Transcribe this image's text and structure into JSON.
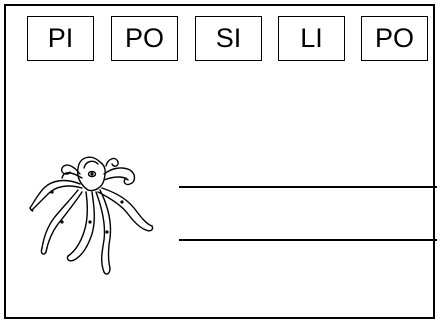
{
  "worksheet": {
    "syllables": [
      "PI",
      "PO",
      "SI",
      "LI",
      "PO"
    ],
    "picture_icon": "octopus-drawing",
    "answer_lines": 2
  }
}
